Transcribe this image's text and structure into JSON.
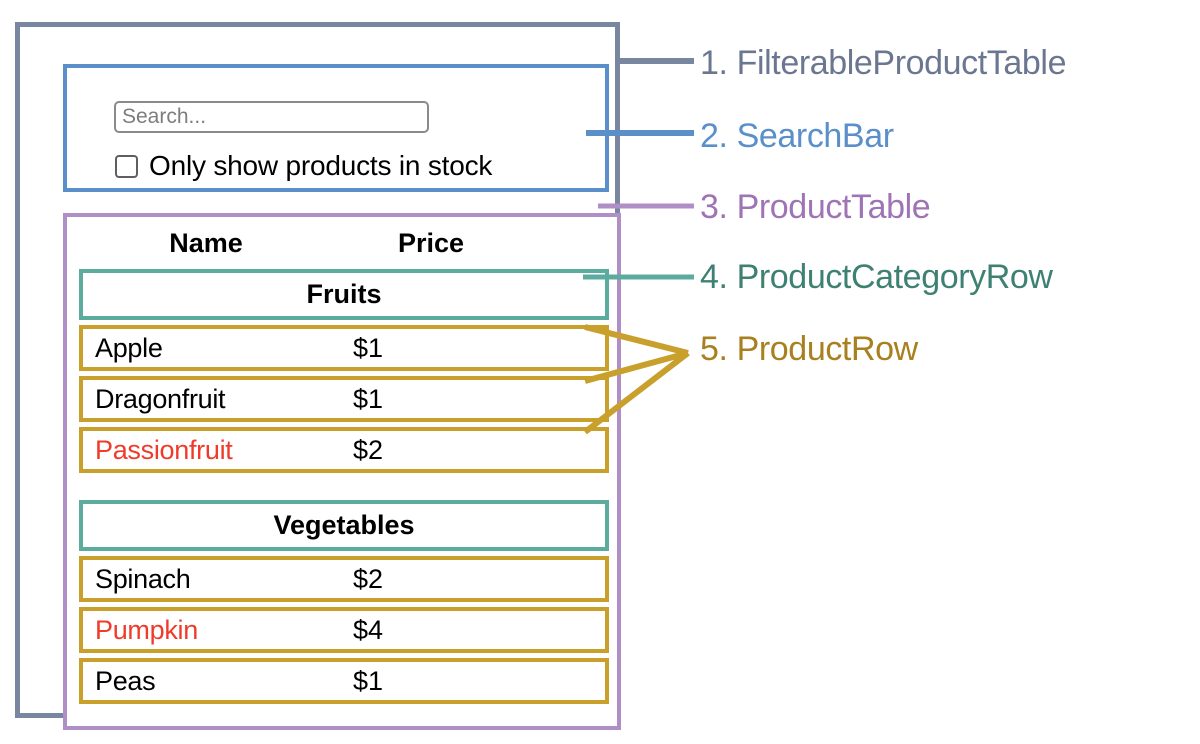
{
  "diagram": {
    "title": "React component hierarchy diagram",
    "colors": {
      "filterable_product_table": "#78869f",
      "search_bar": "#5b8fc9",
      "product_table": "#b08fc7",
      "product_category_row": "#5cab9f",
      "product_row": "#c9a02c",
      "out_of_stock_text": "#ef3b2a"
    },
    "legend": [
      {
        "number": "1.",
        "name": "FilterableProductTable",
        "color": "#6b7790"
      },
      {
        "number": "2.",
        "name": "SearchBar",
        "color": "#5b8fc9"
      },
      {
        "number": "3.",
        "name": "ProductTable",
        "color": "#9f74b5"
      },
      {
        "number": "4.",
        "name": "ProductCategoryRow",
        "color": "#3e8173"
      },
      {
        "number": "5.",
        "name": "ProductRow",
        "color": "#a8801f"
      }
    ],
    "labels": {
      "one": "1. FilterableProductTable",
      "two": "2. SearchBar",
      "three": "3. ProductTable",
      "four": "4. ProductCategoryRow",
      "five": "5. ProductRow"
    }
  },
  "search_bar": {
    "input_value": "",
    "input_placeholder": "Search...",
    "checkbox_checked": false,
    "checkbox_label": "Only show products in stock"
  },
  "product_table": {
    "columns": [
      "Name",
      "Price"
    ],
    "groups": [
      {
        "category": "Fruits",
        "products": [
          {
            "name": "Apple",
            "price": "$1",
            "stocked": true
          },
          {
            "name": "Dragonfruit",
            "price": "$1",
            "stocked": true
          },
          {
            "name": "Passionfruit",
            "price": "$2",
            "stocked": false
          }
        ]
      },
      {
        "category": "Vegetables",
        "products": [
          {
            "name": "Spinach",
            "price": "$2",
            "stocked": true
          },
          {
            "name": "Pumpkin",
            "price": "$4",
            "stocked": false
          },
          {
            "name": "Peas",
            "price": "$1",
            "stocked": true
          }
        ]
      }
    ]
  }
}
